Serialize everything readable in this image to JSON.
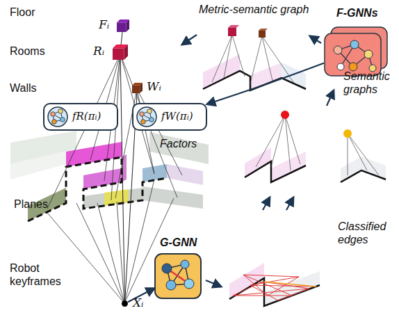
{
  "diagram": {
    "nodes": [
      {
        "text": [
          "Fᵢ"
        ]
      },
      {
        "text": [
          "Rᵢ"
        ]
      },
      {
        "text": [
          "Wᵢ"
        ]
      },
      {
        "text": [
          "F-GNNs"
        ]
      },
      {
        "text": [
          "fR(πᵢ)"
        ]
      },
      {
        "text": [
          "fW(πᵢ)"
        ]
      },
      {
        "text": [
          "G-GNN"
        ]
      },
      {
        "text": [
          "Xᵢ"
        ]
      }
    ],
    "edges": [
      {
        "from": 0,
        "to": 1,
        "arrow": "none"
      },
      {
        "from": 1,
        "to": 7,
        "arrow": "none"
      },
      {
        "from": 2,
        "to": 7,
        "arrow": "none"
      },
      {
        "from": 7,
        "to": 6,
        "arrow": "to"
      },
      {
        "from": 3,
        "to": 5,
        "arrow": "to"
      }
    ],
    "labels": [
      "Floor",
      "Rooms",
      "Walls",
      "Metric-semantic graph",
      "Factors",
      "Semantic graphs",
      "Planes",
      "Classified edges",
      "Robot keyframes"
    ]
  }
}
